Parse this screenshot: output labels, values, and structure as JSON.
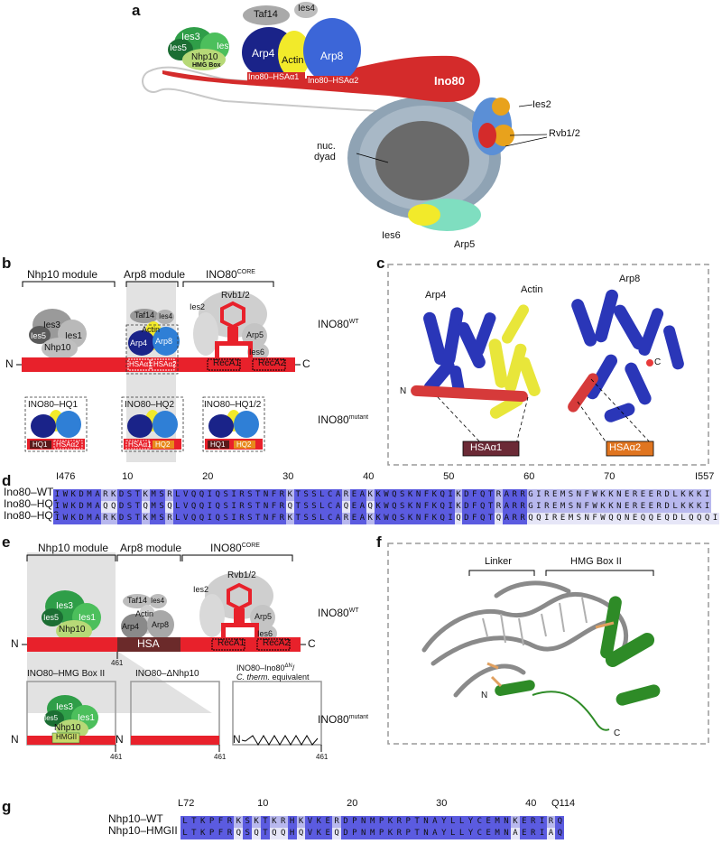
{
  "panels": {
    "a": "a",
    "b": "b",
    "c": "c",
    "d": "d",
    "e": "e",
    "f": "f",
    "g": "g"
  },
  "panel_a": {
    "taf14": "Taf14",
    "ies4": "Ies4",
    "ies3": "Ies3",
    "ies5": "Ies5",
    "ies1": "Ies1",
    "nhp10": "Nhp10",
    "hmg_box": "HMG Box",
    "arp4": "Arp4",
    "actin": "Actin",
    "arp8": "Arp8",
    "hsa1": "Ino80–HSAα1",
    "hsa2": "Ino80–HSAα2",
    "ino80": "Ino80",
    "ies2": "Ies2",
    "rvb": "Rvb1/2",
    "nuc_dyad": "nuc.\ndyad",
    "ies6": "Ies6",
    "arp5": "Arp5"
  },
  "panel_b": {
    "nhp10_module": "Nhp10 module",
    "arp8_module": "Arp8 module",
    "core": "INO80",
    "core_sup": "CORE",
    "ies3": "Ies3",
    "ies5": "Ies5",
    "ies1": "Ies1",
    "nhp10": "Nhp10",
    "taf14": "Taf14",
    "ies4": "Ies4",
    "actin": "Actin",
    "arp4": "Arp4",
    "arp8": "Arp8",
    "ies2": "Ies2",
    "rvb": "Rvb1/2",
    "arp5": "Arp5",
    "ies6": "Ies6",
    "hsa1": "HSAα1",
    "hsa2": "HSAα2",
    "reca1": "RecA1",
    "reca2": "RecA2",
    "n": "N",
    "c": "C",
    "wt": "INO80",
    "wt_sup": "WT",
    "mutant": "INO80",
    "mutant_sup": "mutant",
    "hq1_title": "INO80–HQ1",
    "hq2_title": "INO80–HQ2",
    "hq12_title": "INO80–HQ1/2",
    "hq1": "HQ1",
    "hq2": "HQ2"
  },
  "panel_c": {
    "arp4": "Arp4",
    "actin": "Actin",
    "arp8": "Arp8",
    "n": "N",
    "c": "C",
    "hsa1": "HSAα1",
    "hsa2": "HSAα2"
  },
  "panel_d": {
    "start": "I476",
    "end": "I557",
    "ticks": [
      "10",
      "20",
      "30",
      "40",
      "50",
      "60",
      "70"
    ],
    "rows": [
      {
        "name": "Ino80–WT",
        "seq": "IWKDMARKDSTKMSRLVQQIQSIRSTNFRKTSSLCAREAKKWQSKNFKQIKDFQTRARRGIREMSNFWKKNEREERDLKKKI"
      },
      {
        "name": "Ino80–HQ1",
        "seq": "IWKDMAQQDSTQMSQLVQQIQSIRSTNFRQTSSLCAQEAQKWQSKNFKQIKDFQTRARRGIREMSNFWKKNEREERDLKKKI"
      },
      {
        "name": "Ino80–HQ2",
        "seq": "IWKDMARKDSTKMSRLVQQIQSIRSTNFRKTSSLCAREAKKWQSKNFKQIQDFQTQARRQQIREMSNFWQQNEQQEQDLQQQI"
      }
    ]
  },
  "panel_e": {
    "nhp10_module": "Nhp10 module",
    "arp8_module": "Arp8 module",
    "core": "INO80",
    "core_sup": "CORE",
    "ies3": "Ies3",
    "ies5": "Ies5",
    "ies1": "Ies1",
    "nhp10": "Nhp10",
    "taf14": "Taf14",
    "ies4": "Ies4",
    "actin": "Actin",
    "arp4": "Arp4",
    "arp8": "Arp8",
    "ies2": "Ies2",
    "rvb": "Rvb1/2",
    "arp5": "Arp5",
    "ies6": "Ies6",
    "hsa": "HSA",
    "reca1": "RecA1",
    "reca2": "RecA2",
    "n": "N",
    "c": "C",
    "pos": "461",
    "wt": "INO80",
    "wt_sup": "WT",
    "mutant": "INO80",
    "mutant_sup": "mutant",
    "hmg_title": "INO80–HMG Box II",
    "dnhp_title": "INO80–ΔNhp10",
    "ino_title": "INO80–Ino80",
    "ino_sup": "ΔN",
    "ino_title2": "/",
    "ino_equiv": "C. therm.",
    "ino_equiv2": " equivalent",
    "hmgii": "HMGII"
  },
  "panel_f": {
    "linker": "Linker",
    "hmg": "HMG Box II",
    "n": "N",
    "c": "C"
  },
  "panel_g": {
    "start": "L72",
    "end": "Q114",
    "ticks": [
      "10",
      "20",
      "30",
      "40"
    ],
    "rows": [
      {
        "name": "Nhp10–WT",
        "seq": "LTKPFRKSKTKRHKVKERDPNMPKRPTNAYLLYCEMNKERIRQ"
      },
      {
        "name": "Nhp10–HMGII",
        "seq": "LTKPFRQSQTQQHQVKEQDPNMPKRPTNAYLLYCEMNAERIAQ"
      }
    ]
  }
}
